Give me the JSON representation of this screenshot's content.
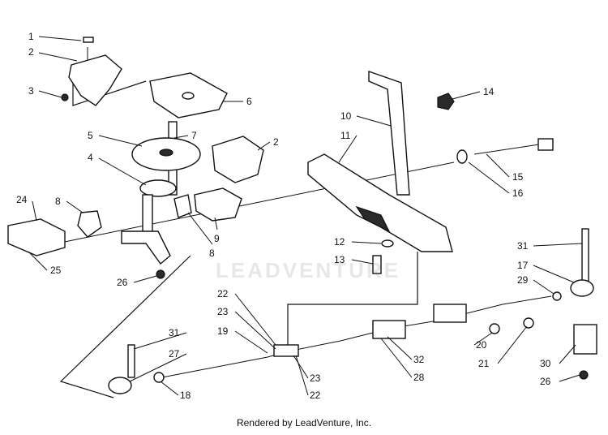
{
  "diagram": {
    "callouts": [
      {
        "id": "c1",
        "text": "1"
      },
      {
        "id": "c2a",
        "text": "2"
      },
      {
        "id": "c3",
        "text": "3"
      },
      {
        "id": "c5",
        "text": "5"
      },
      {
        "id": "c4",
        "text": "4"
      },
      {
        "id": "c6",
        "text": "6"
      },
      {
        "id": "c7",
        "text": "7"
      },
      {
        "id": "c2b",
        "text": "2"
      },
      {
        "id": "c24",
        "text": "24"
      },
      {
        "id": "c8a",
        "text": "8"
      },
      {
        "id": "c25",
        "text": "25"
      },
      {
        "id": "c9",
        "text": "9"
      },
      {
        "id": "c8b",
        "text": "8"
      },
      {
        "id": "c26a",
        "text": "26"
      },
      {
        "id": "c10",
        "text": "10"
      },
      {
        "id": "c11",
        "text": "11"
      },
      {
        "id": "c14",
        "text": "14"
      },
      {
        "id": "c15",
        "text": "15"
      },
      {
        "id": "c16",
        "text": "16"
      },
      {
        "id": "c12",
        "text": "12"
      },
      {
        "id": "c13",
        "text": "13"
      },
      {
        "id": "c31a",
        "text": "31"
      },
      {
        "id": "c17",
        "text": "17"
      },
      {
        "id": "c29",
        "text": "29"
      },
      {
        "id": "c22a",
        "text": "22"
      },
      {
        "id": "c23a",
        "text": "23"
      },
      {
        "id": "c19",
        "text": "19"
      },
      {
        "id": "c31b",
        "text": "31"
      },
      {
        "id": "c27",
        "text": "27"
      },
      {
        "id": "c18",
        "text": "18"
      },
      {
        "id": "c23b",
        "text": "23"
      },
      {
        "id": "c22b",
        "text": "22"
      },
      {
        "id": "c32",
        "text": "32"
      },
      {
        "id": "c28",
        "text": "28"
      },
      {
        "id": "c20",
        "text": "20"
      },
      {
        "id": "c21",
        "text": "21"
      },
      {
        "id": "c30",
        "text": "30"
      },
      {
        "id": "c26b",
        "text": "26"
      }
    ]
  },
  "watermark": "LEADVENTURE",
  "footer": "Rendered by LeadVenture, Inc."
}
